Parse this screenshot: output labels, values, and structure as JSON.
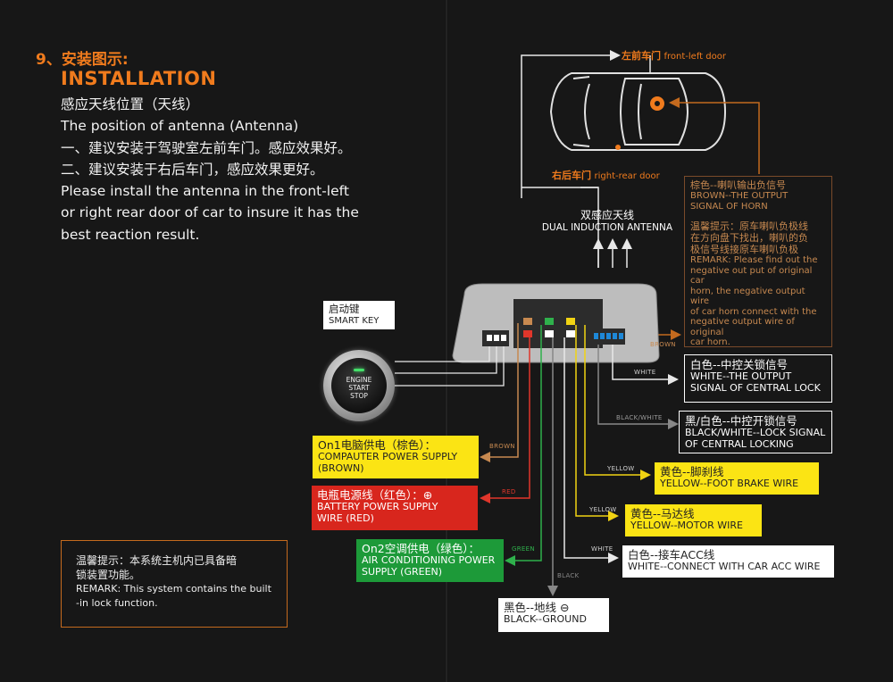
{
  "heading": {
    "number": "9、安装图示:",
    "title": "INSTALLATION"
  },
  "intro": [
    "感应天线位置（天线）",
    "The position of antenna (Antenna)",
    "一、建议安装于驾驶室左前车门。感应效果好。",
    "二、建议安装于右后车门，感应效果更好。",
    "Please install the antenna in the front-left",
    "or right rear door of car to insure it has the",
    "best reaction result."
  ],
  "remark_left": {
    "zh1": "温馨提示：本系统主机内已具备暗",
    "zh2": "锁装置功能。",
    "en1": "REMARK: This system contains the built",
    "en2": "-in lock function."
  },
  "doors": {
    "front_left_zh": "左前车门",
    "front_left_en": "front-left door",
    "right_rear_zh": "右后车门",
    "right_rear_en": "right-rear door"
  },
  "antenna": {
    "zh": "双感应天线",
    "en": "DUAL INDUCTION ANTENNA"
  },
  "smart_key": {
    "zh": "启动键",
    "en": "SMART KEY"
  },
  "start_button": {
    "l1": "ENGINE",
    "l2": "START",
    "l3": "STOP"
  },
  "horn": {
    "zh": "棕色--喇叭输出负信号",
    "en1": "BROWN--THE OUTPUT",
    "en2": "SIGNAL OF HORN",
    "remark_zh1": "温馨提示：原车喇叭负极线",
    "remark_zh2": "在方向盘下找出，喇叭的负",
    "remark_zh3": "极信号线接原车喇叭负极",
    "remark_en1": "REMARK: Please find out the",
    "remark_en2": "negative out put of original car",
    "remark_en3": "horn, the negative output wire",
    "remark_en4": "of car horn connect with the",
    "remark_en5": "negative output wire of original",
    "remark_en6": "car horn."
  },
  "white_lock": {
    "zh": "白色--中控关锁信号",
    "en1": "WHITE--THE OUTPUT",
    "en2": "SIGNAL OF CENTRAL LOCK"
  },
  "black_white": {
    "zh": "黑/白色--中控开锁信号",
    "en1": "BLACK/WHITE--LOCK SIGNAL",
    "en2": "OF CENTRAL LOCKING"
  },
  "brake": {
    "zh": "黄色--脚刹线",
    "en": "YELLOW--FOOT BRAKE WIRE"
  },
  "motor": {
    "zh": "黄色--马达线",
    "en": "YELLOW--MOTOR WIRE"
  },
  "acc": {
    "zh": "白色--接车ACC线",
    "en": "WHITE--CONNECT WITH CAR ACC WIRE"
  },
  "ground": {
    "zh": "黑色--地线 ⊖",
    "en": "BLACK--GROUND"
  },
  "on1": {
    "zh": "On1电脑供电（棕色）：",
    "en1": "COMPAUTER POWER SUPPLY",
    "en2": "(BROWN)"
  },
  "battery": {
    "zh": "电瓶电源线（红色）：⊕",
    "en1": "BATTERY POWER SUPPLY",
    "en2": "WIRE (RED)"
  },
  "on2": {
    "zh": "On2空调供电（绿色）：",
    "en1": "AIR CONDITIONING POWER",
    "en2": "SUPPLY (GREEN)"
  },
  "wire_labels": {
    "brown_horn": "BROWN",
    "white_lock": "WHITE",
    "black_white": "BLACK/WHITE",
    "yellow_brake": "YELLOW",
    "yellow_motor": "YELLOW",
    "white_acc": "WHITE",
    "black": "BLACK",
    "green": "GREEN",
    "red": "RED",
    "brown_on1": "BROWN"
  },
  "colors": {
    "accent": "#f07b1d",
    "yellow": "#fbe414",
    "red": "#d8261d",
    "green": "#1d9a39",
    "brown": "#c78950"
  }
}
